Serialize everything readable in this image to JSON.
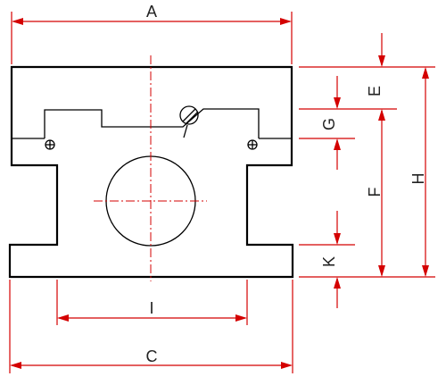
{
  "diagram": {
    "labels": {
      "A": "A",
      "C": "C",
      "I": "I",
      "E": "E",
      "G": "G",
      "F": "F",
      "H": "H",
      "K": "K"
    },
    "colors": {
      "outline": "#000000",
      "dimension": "#d40000",
      "text": "#222222"
    }
  }
}
